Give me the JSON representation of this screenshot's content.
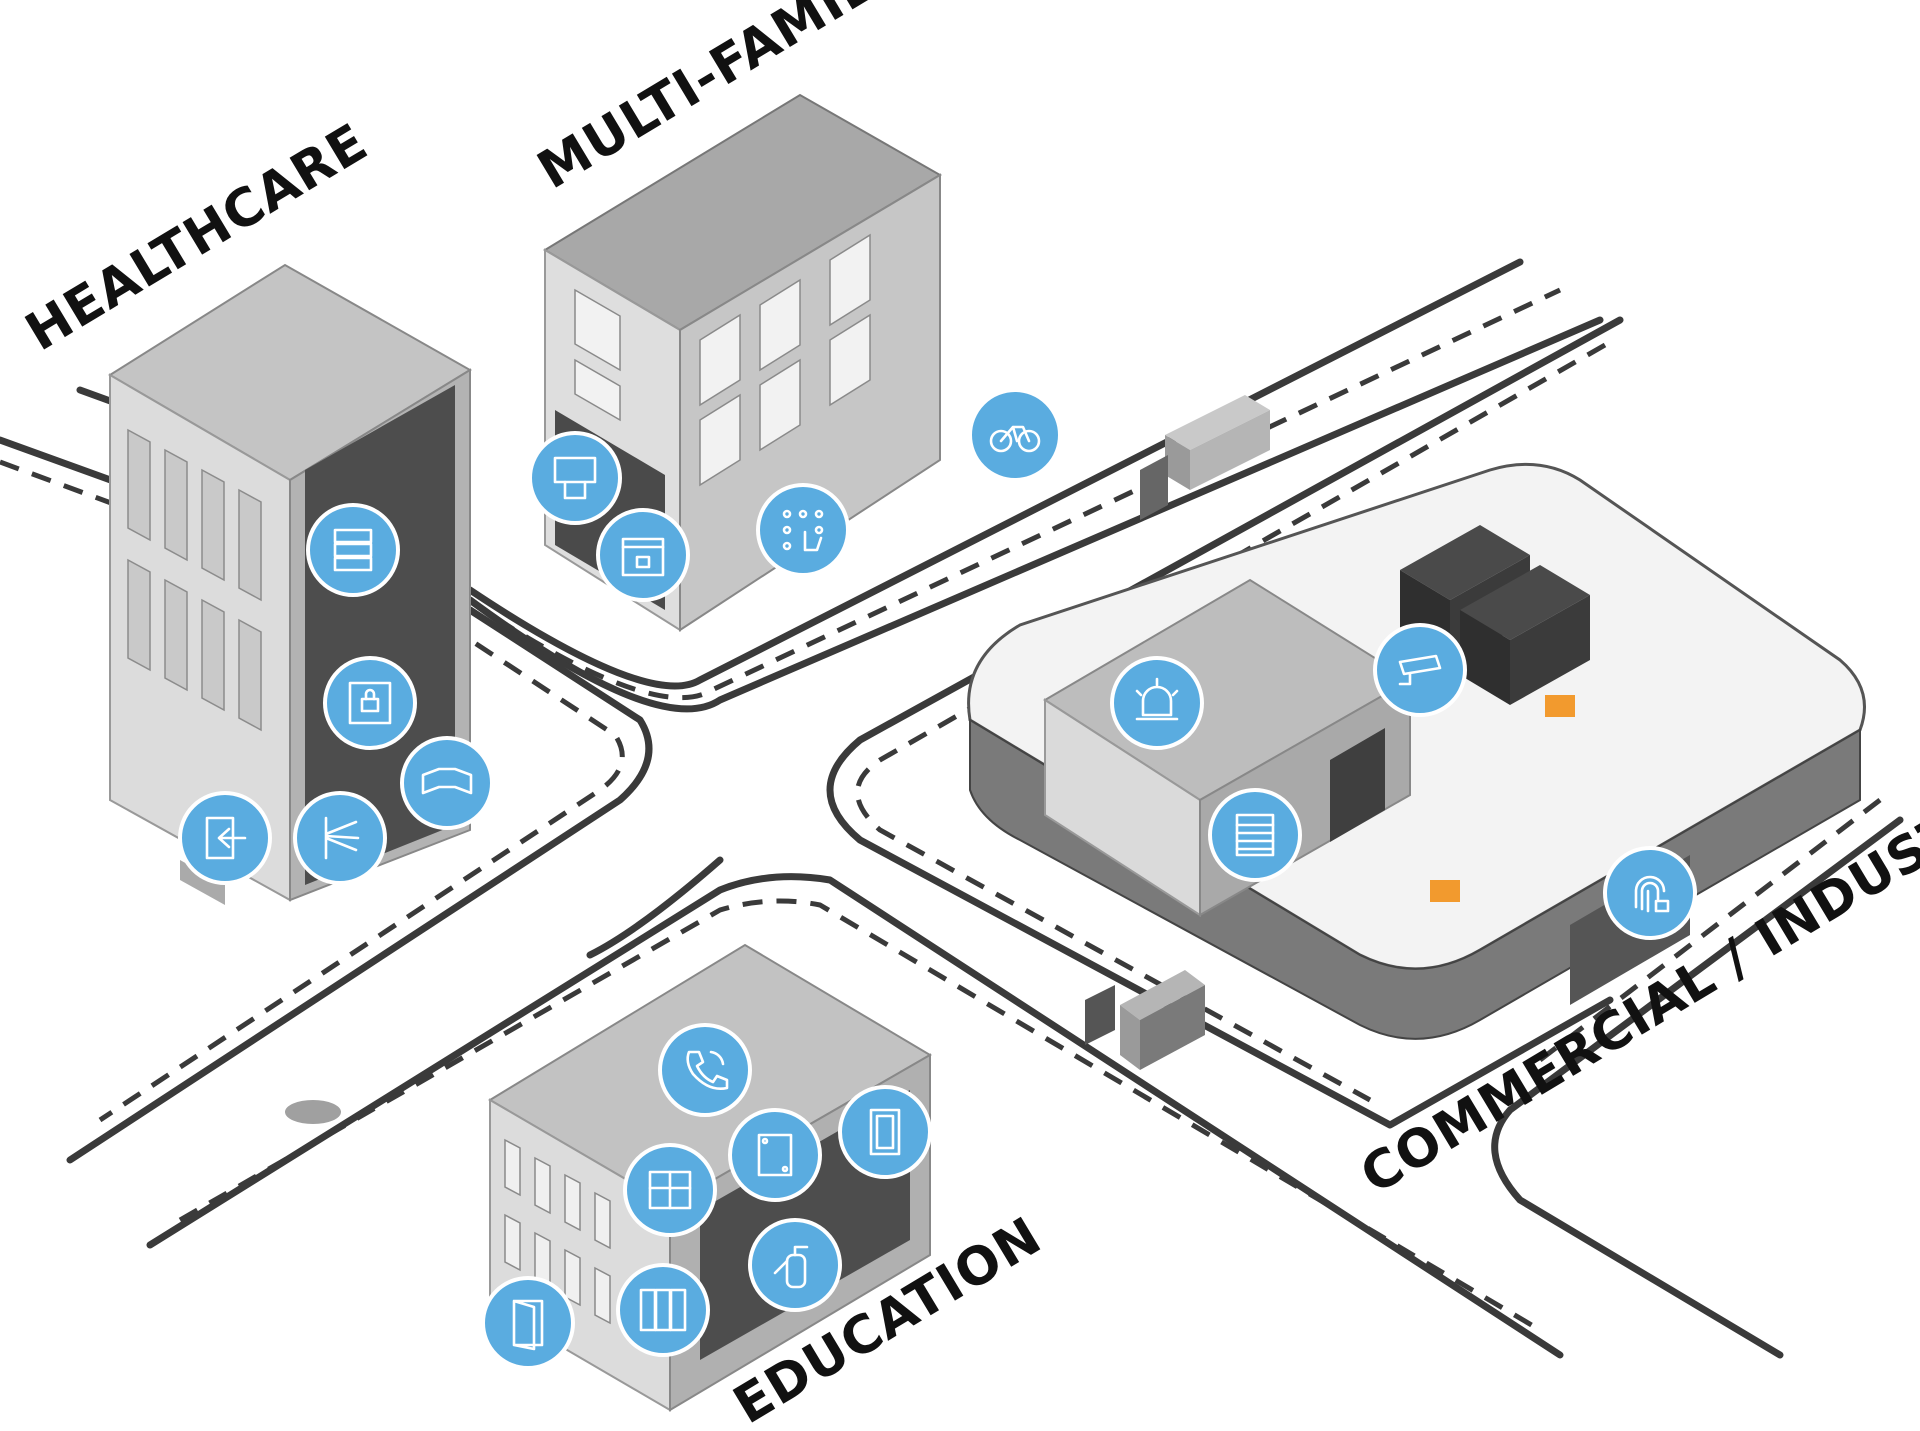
{
  "labels": {
    "healthcare": "HEALTHCARE",
    "multi_family": "MULTI-FAMILY",
    "commercial": "COMMERCIAL / INDUSTRIAL",
    "education": "EDUCATION"
  },
  "colors": {
    "accent": "#5AACE0",
    "road": "#3a3a3a",
    "building_light": "#d6d6d6",
    "building_mid": "#a9a9a9",
    "building_dark": "#4a4a4a",
    "forklift": "#F29A2E"
  },
  "hotspots": [
    {
      "sector": "healthcare",
      "icon": "server-rack-icon"
    },
    {
      "sector": "healthcare",
      "icon": "secure-elevator-icon"
    },
    {
      "sector": "healthcare",
      "icon": "partition-screen-icon"
    },
    {
      "sector": "healthcare",
      "icon": "exit-door-icon"
    },
    {
      "sector": "healthcare",
      "icon": "turnstile-gate-icon"
    },
    {
      "sector": "multi_family",
      "icon": "paper-towel-dispenser-icon"
    },
    {
      "sector": "multi_family",
      "icon": "parcel-locker-icon"
    },
    {
      "sector": "multi_family",
      "icon": "keypad-touch-icon"
    },
    {
      "sector": "multi_family",
      "icon": "bike-storage-icon"
    },
    {
      "sector": "commercial",
      "icon": "alarm-light-icon"
    },
    {
      "sector": "commercial",
      "icon": "security-camera-icon"
    },
    {
      "sector": "commercial",
      "icon": "roll-up-door-icon"
    },
    {
      "sector": "commercial",
      "icon": "fingerprint-lock-icon"
    },
    {
      "sector": "education",
      "icon": "phone-call-icon"
    },
    {
      "sector": "education",
      "icon": "cabinet-icon"
    },
    {
      "sector": "education",
      "icon": "frame-panel-icon"
    },
    {
      "sector": "education",
      "icon": "door-icon"
    },
    {
      "sector": "education",
      "icon": "fire-extinguisher-icon"
    },
    {
      "sector": "education",
      "icon": "lockers-icon"
    },
    {
      "sector": "education",
      "icon": "open-door-icon"
    }
  ]
}
